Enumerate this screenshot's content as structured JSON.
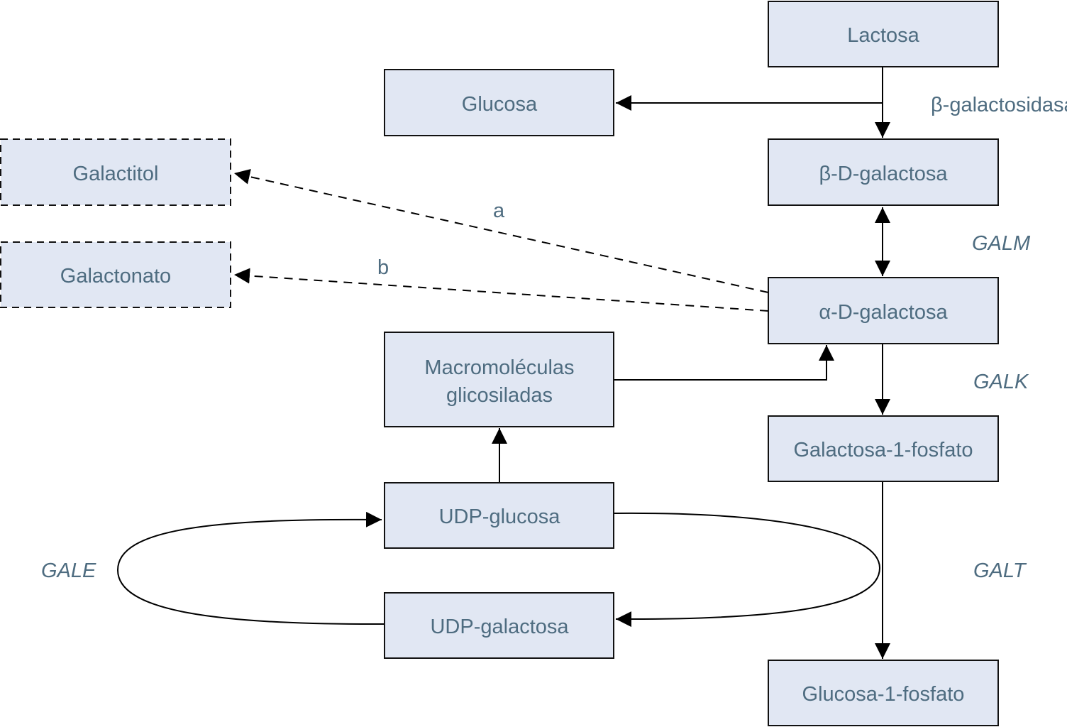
{
  "diagram": {
    "title": "Metabolismo de la galactosa",
    "colors": {
      "box_fill": "#e1e7f3",
      "text": "#4e6c80",
      "line": "#000000"
    },
    "nodes": {
      "lactosa": "Lactosa",
      "glucosa": "Glucosa",
      "beta_galactosa": "β-D-galactosa",
      "galactitol": "Galactitol",
      "galactonato": "Galactonato",
      "alfa_galactosa": "α-D-galactosa",
      "macromoleculas_1": "Macromoléculas",
      "macromoleculas_2": "glicosiladas",
      "galactosa_1_fosfato": "Galactosa-1-fosfato",
      "udp_glucosa": "UDP-glucosa",
      "udp_galactosa": "UDP-galactosa",
      "glucosa_1_fosfato": "Glucosa-1-fosfato"
    },
    "edge_labels": {
      "beta_galactosidasa": "β-galactosidasa",
      "galm": "GALM",
      "galk": "GALK",
      "galt": "GALT",
      "gale": "GALE",
      "a": "a",
      "b": "b"
    }
  }
}
